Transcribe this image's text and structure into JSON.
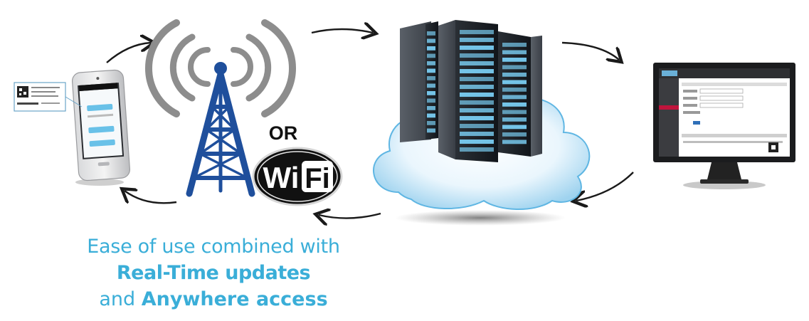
{
  "diagram": {
    "or_label": "OR",
    "wifi_logo": {
      "wi": "Wi",
      "fi": "Fi"
    },
    "caption": {
      "line1": "Ease of use combined with",
      "line2": "Real-Time updates",
      "line3_prefix": "and ",
      "line3_bold": "Anywhere access"
    },
    "colors": {
      "accent": "#3aaed8",
      "tower": "#1f4f9c",
      "signal": "#8d8d8d",
      "server_light": "#7fd8ff",
      "cloud": "#cdeaf8",
      "wifi_bg": "#111111"
    },
    "icons": [
      "smartphone-icon",
      "cell-tower-icon",
      "wifi-icon",
      "server-rack-icon",
      "cloud-icon",
      "monitor-icon",
      "arrow-icon"
    ]
  }
}
